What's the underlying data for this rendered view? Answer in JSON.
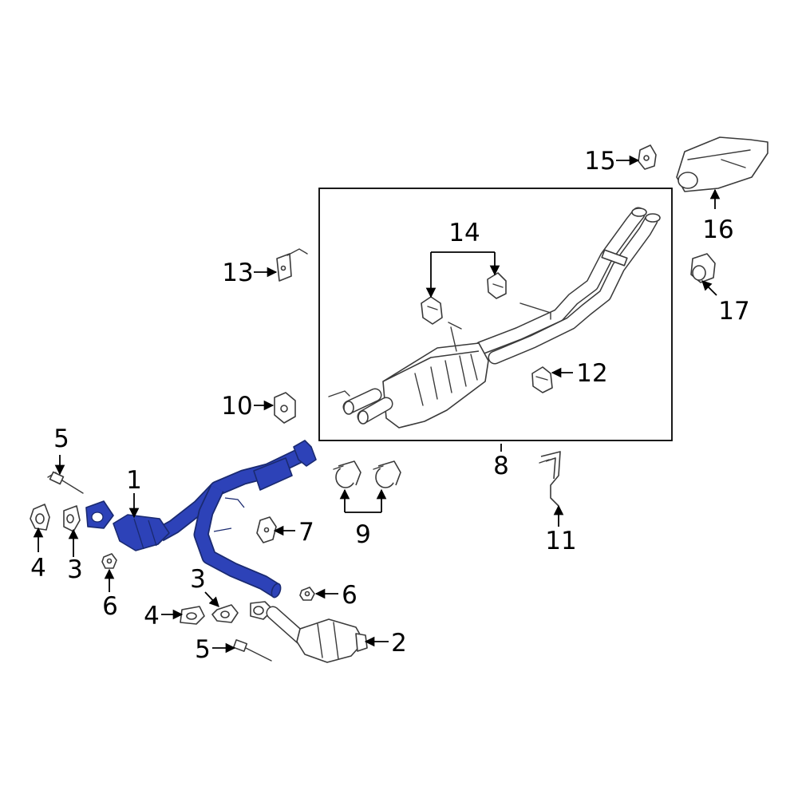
{
  "diagram": {
    "highlight_color": "#2d42b8",
    "line_color": "#3a3a3a",
    "callouts": {
      "c1": "1",
      "c2": "2",
      "c3a": "3",
      "c3b": "3",
      "c4a": "4",
      "c4b": "4",
      "c5a": "5",
      "c5b": "5",
      "c6a": "6",
      "c6b": "6",
      "c7": "7",
      "c8": "8",
      "c9": "9",
      "c10": "10",
      "c11": "11",
      "c12": "12",
      "c13": "13",
      "c14": "14",
      "c15": "15",
      "c16": "16",
      "c17": "17"
    }
  }
}
